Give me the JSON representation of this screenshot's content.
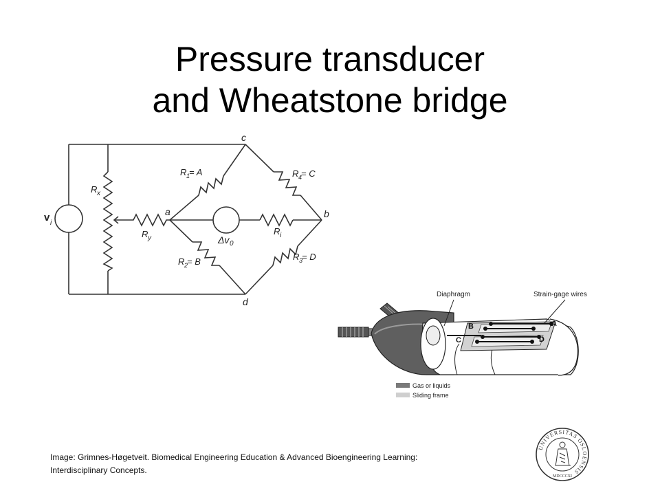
{
  "title": {
    "line1": "Pressure transducer",
    "line2": "and Wheatstone bridge"
  },
  "circuit": {
    "source_label": "v",
    "source_subscript": "i",
    "node_a": "a",
    "node_b": "b",
    "node_c": "c",
    "node_d": "d",
    "rx_label": "R",
    "rx_sub": "x",
    "ry_label": "R",
    "ry_sub": "y",
    "r1_label": "R",
    "r1_sub": "1",
    "r1_eq": " = A",
    "r2_label": "R",
    "r2_sub": "2",
    "r2_eq": " = B",
    "r3_label": "R",
    "r3_sub": "3",
    "r3_eq": " = D",
    "r4_label": "R",
    "r4_sub": "4",
    "r4_eq": " = C",
    "ri_label": "R",
    "ri_sub": "i",
    "meter_label": "Δv",
    "meter_sub": "0"
  },
  "transducer": {
    "diaphragm_label": "Diaphragm",
    "wires_label": "Strain-gage wires",
    "gauge_a": "A",
    "gauge_b": "B",
    "gauge_c": "C",
    "gauge_d": "D",
    "legend_gas": "Gas or liquids",
    "legend_frame": "Sliding frame",
    "color_gas": "#7a7a7a",
    "color_frame": "#cfcfcf"
  },
  "caption": {
    "line1": "Image: Grimnes-Høgetveit.  Biomedical Engineering Education & Advanced Bioengineering Learning:",
    "line2": "Interdisciplinary Concepts."
  },
  "seal": {
    "text": "UNIVERSITAS OSLOENSIS",
    "year": "MDCCCXI"
  }
}
